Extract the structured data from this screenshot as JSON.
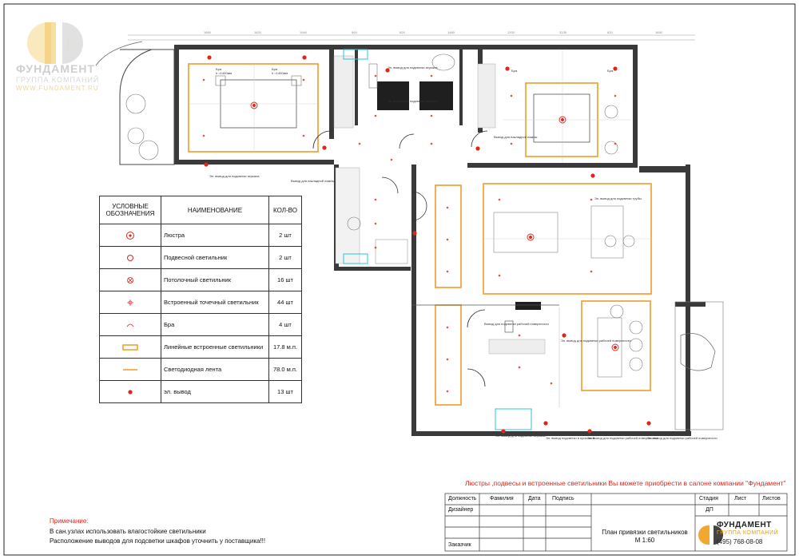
{
  "company": {
    "name": "ФУНДАМЕНТ",
    "group": "ГРУППА КОМПАНИЙ",
    "url": "WWW.FUNDAMENT.RU",
    "phone": "(495) 768-08-08",
    "brand_color": "#f0a830"
  },
  "legend": {
    "headers": [
      "УСЛОВНЫЕ ОБОЗНАЧЕНИЯ",
      "НАИМЕНОВАНИЕ",
      "КОЛ-ВО"
    ],
    "rows": [
      {
        "icon": "chandelier-icon",
        "name": "Люстра",
        "qty": "2 шт"
      },
      {
        "icon": "pendant-light-icon",
        "name": "Подвесной светильник",
        "qty": "2 шт"
      },
      {
        "icon": "ceiling-light-icon",
        "name": "Потолочный светильник",
        "qty": "16 шт"
      },
      {
        "icon": "spot-light-icon",
        "name": "Встроенный точечный светильник",
        "qty": "44 шт"
      },
      {
        "icon": "sconce-icon",
        "name": "Бра",
        "qty": "4 шт"
      },
      {
        "icon": "linear-light-icon",
        "name": "Линейные встроенные светильники",
        "qty": "17.8 м.п."
      },
      {
        "icon": "led-strip-icon",
        "name": "Светодиодная лента",
        "qty": "78.0 м.п."
      },
      {
        "icon": "electric-outlet-icon",
        "name": "эл. вывод",
        "qty": "13 шт"
      }
    ]
  },
  "plan_labels": {
    "bra_left_1": "Бра",
    "bra_left_2": "Бра",
    "bra_right_1": "Бра",
    "bra_right_2": "Бра",
    "h_1": "h =1400мм",
    "h_2": "h =1400мм",
    "mirror_light_1": "Эл. вывод для подсветки зеркала",
    "mirror_light_2": "Эл. вывод для подсветки зеркала",
    "ceiling_lamp_out": "Вывод для накладной лампы",
    "ceiling_lamp_out_2": "Вывод для накладной лампы",
    "mirror_light_3": "Эл. вывод для подсветки зеркала",
    "tube_light": "Эл. вывод для подсветки трубы",
    "table_light": "Эл. вывод для подсветки рабочей поверхности",
    "kitchen_out": "Вывод для подсветки рабочей поверхности",
    "bottom_1": "Эл. вывод для подсветки зеркала",
    "bottom_2": "Эл. вывод подсветки в прихожей",
    "bottom_3": "Эл. вывод для подсветки рабочей поверхности",
    "bottom_4": "Эл. вывод для подсветки рабочей поверхности",
    "dims_top": [
      "1660",
      "1620",
      "1940",
      "900",
      "600",
      "1480",
      "1200",
      "3135",
      "620",
      "1650"
    ]
  },
  "promo": "Люстры ,подвесы и встроенные светильники Вы можете приобрести  в салоне компании \"Фундамент\"",
  "notes": {
    "title": "Примечание:",
    "lines": [
      "В сан.узлах использовать влагостойкие светильники",
      "Расположение выводов для подсветки шкафов уточнить у поставщика!!!"
    ]
  },
  "title_block": {
    "cols": [
      "Должность",
      "Фамилия",
      "Дата",
      "Подпись"
    ],
    "designer": "Дизайнер",
    "customer": "Заказчик",
    "stage_headers": [
      "Стадия",
      "Лист",
      "Листов"
    ],
    "stage": "ДП",
    "sheet_title": "План привязки светильников",
    "scale": "М 1:60"
  },
  "colors": {
    "accent_red": "#e0261a",
    "linear_orange": "#f39a2b",
    "wall": "#3a3a3a",
    "light_blue": "#2fc3d6"
  }
}
